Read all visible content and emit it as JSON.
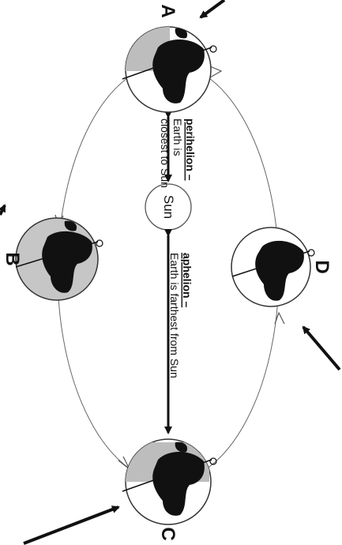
{
  "diagram": {
    "positions": [
      {
        "id": "A",
        "label": "A"
      },
      {
        "id": "B",
        "label": "B"
      },
      {
        "id": "C",
        "label": "C"
      },
      {
        "id": "D",
        "label": "D"
      }
    ],
    "sun": {
      "label": "Sun"
    },
    "perihelion": {
      "title": "perihelion –",
      "line1": "Earth is",
      "line2": "closest to Sun"
    },
    "aphelion": {
      "title": "aphelion –",
      "text": "Earth is farthest from Sun"
    }
  }
}
